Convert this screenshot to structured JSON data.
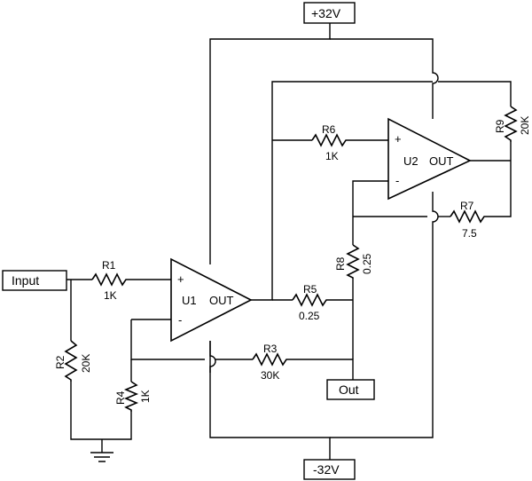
{
  "supplies": {
    "positive": "+32V",
    "negative": "-32V"
  },
  "terminals": {
    "input": "Input",
    "output": "Out"
  },
  "opamps": [
    {
      "ref": "U1",
      "out": "OUT",
      "plus": "+",
      "minus": "-"
    },
    {
      "ref": "U2",
      "out": "OUT",
      "plus": "+",
      "minus": "-"
    }
  ],
  "resistors": [
    {
      "ref": "R1",
      "value": "1K"
    },
    {
      "ref": "R2",
      "value": "20K"
    },
    {
      "ref": "R3",
      "value": "30K"
    },
    {
      "ref": "R4",
      "value": "1K"
    },
    {
      "ref": "R5",
      "value": "0.25"
    },
    {
      "ref": "R6",
      "value": "1K"
    },
    {
      "ref": "R7",
      "value": "7.5"
    },
    {
      "ref": "R8",
      "value": "0.25"
    },
    {
      "ref": "R9",
      "value": "20K"
    }
  ]
}
